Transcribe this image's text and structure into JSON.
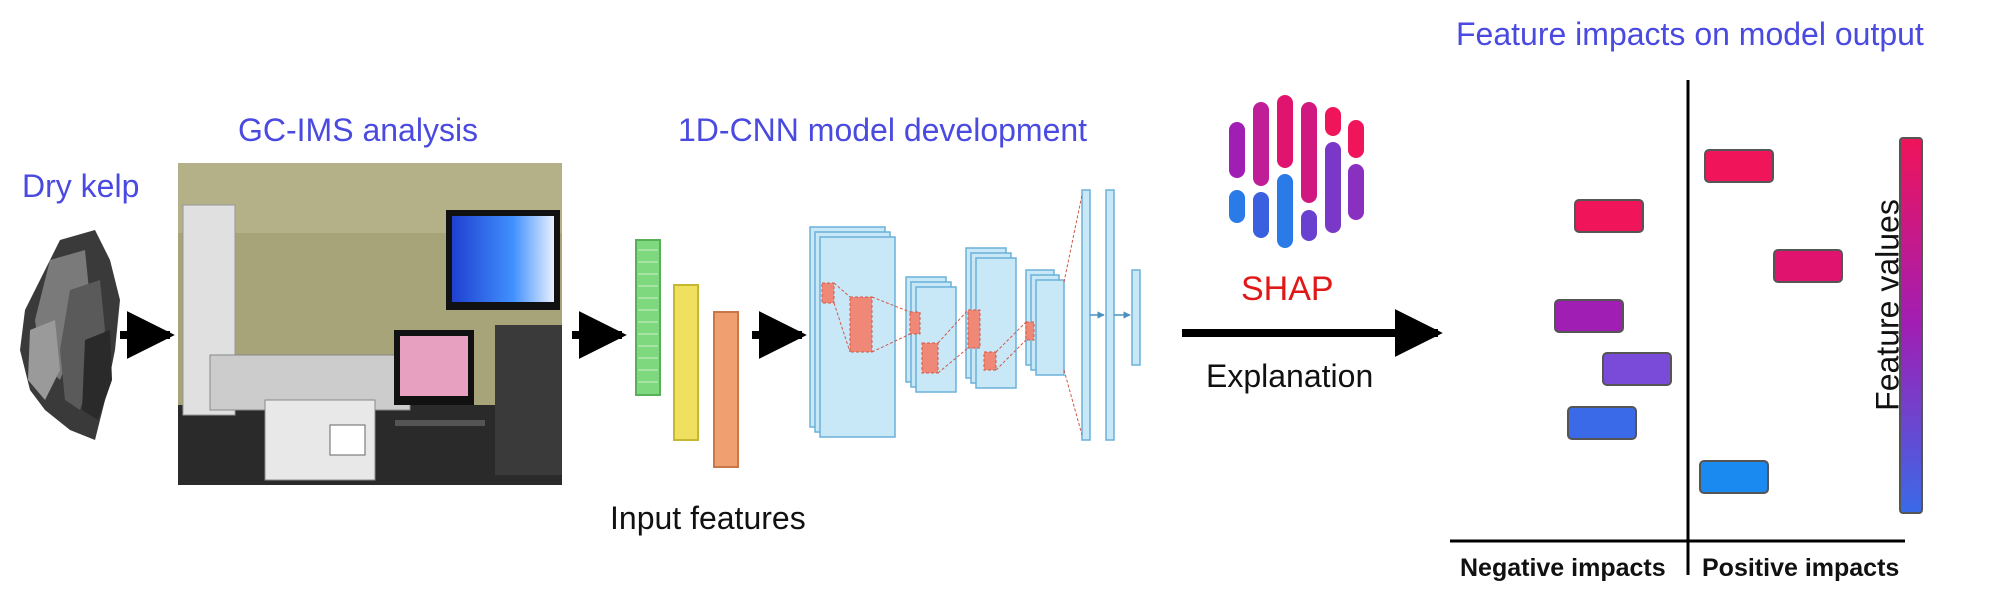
{
  "stages": {
    "dry_kelp": "Dry kelp",
    "gcims": "GC-IMS analysis",
    "cnn": "1D-CNN model development",
    "shap_logo_text": "SHAP",
    "explanation": "Explanation",
    "input_features": "Input features",
    "impacts_title": "Feature impacts on model output"
  },
  "shap_plot": {
    "negative_label": "Negative impacts",
    "positive_label": "Positive impacts",
    "colorbar_label": "Feature values",
    "colors": {
      "high": "#f0145a",
      "mid": "#a01eb4",
      "low": "#2a6ae8"
    }
  },
  "colors": {
    "title_blue": "#4a4ae0",
    "shap_red": "#e01818",
    "green_bar": "#7ed87e",
    "yellow_bar": "#f0e060",
    "orange_bar": "#f0a070",
    "cnn_blue": "#c8e8f8"
  }
}
